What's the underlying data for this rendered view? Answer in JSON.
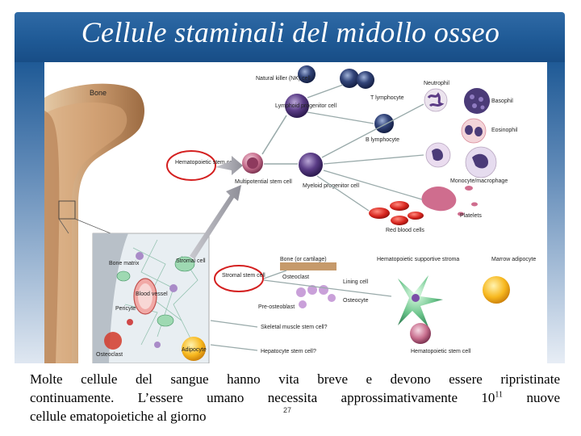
{
  "slide": {
    "title": "Cellule staminali del midollo osseo",
    "page_number": "27"
  },
  "diagram": {
    "labels": {
      "bone": "Bone",
      "nk_cell": "Natural killer (NK) cell",
      "t_lymphocyte": "T lymphocyte",
      "lymphoid_progenitor": "Lymphoid progenitor cell",
      "neutrophil": "Neutrophil",
      "basophil": "Basophil",
      "eosinophil": "Eosinophil",
      "b_lymphocyte": "B lymphocyte",
      "hematopoietic_stem_cell": "Hematopoietic stem cell",
      "multipotential_stem_cell": "Multipotential stem cell",
      "myeloid_progenitor": "Myeloid progenitor cell",
      "monocyte_macrophage": "Monocyte/macrophage",
      "platelets": "Platelets",
      "red_blood_cells": "Red blood cells",
      "bone_matrix": "Bone matrix",
      "stromal_cell": "Stromal cell",
      "blood_vessel": "Blood vessel",
      "stromal_stem_cell": "Stromal stem cell",
      "pericyte": "Pericyte",
      "osteoclast_small": "Osteoclast",
      "adipocyte": "Adipocyte",
      "bone_or_cartilage": "Bone (or cartilage)",
      "osteoclast": "Osteoclast",
      "lining_cell": "Lining cell",
      "pre_osteoblast": "Pre-osteoblast",
      "osteocyte": "Osteocyte",
      "hematopoietic_supportive_stroma": "Hematopoietic supportive stroma",
      "marrow_adipocyte": "Marrow adipocyte",
      "skeletal_muscle_stem_cell": "Skeletal muscle stem cell?",
      "hematopoietic_stem_cell_2": "Hematopoietic stem cell",
      "hepatocyte_stem_cell": "Hepatocyte stem cell?"
    }
  },
  "caption": {
    "line1": "Molte cellule del sangue hanno vita breve e devono essere ripristinate",
    "line2_before": "continuamente. L’essere umano necessita approssimativamente",
    "line2_base": "10",
    "line2_exp": "11",
    "line2_after": "nuove",
    "line3": "cellule ematopoietiche al giorno"
  }
}
